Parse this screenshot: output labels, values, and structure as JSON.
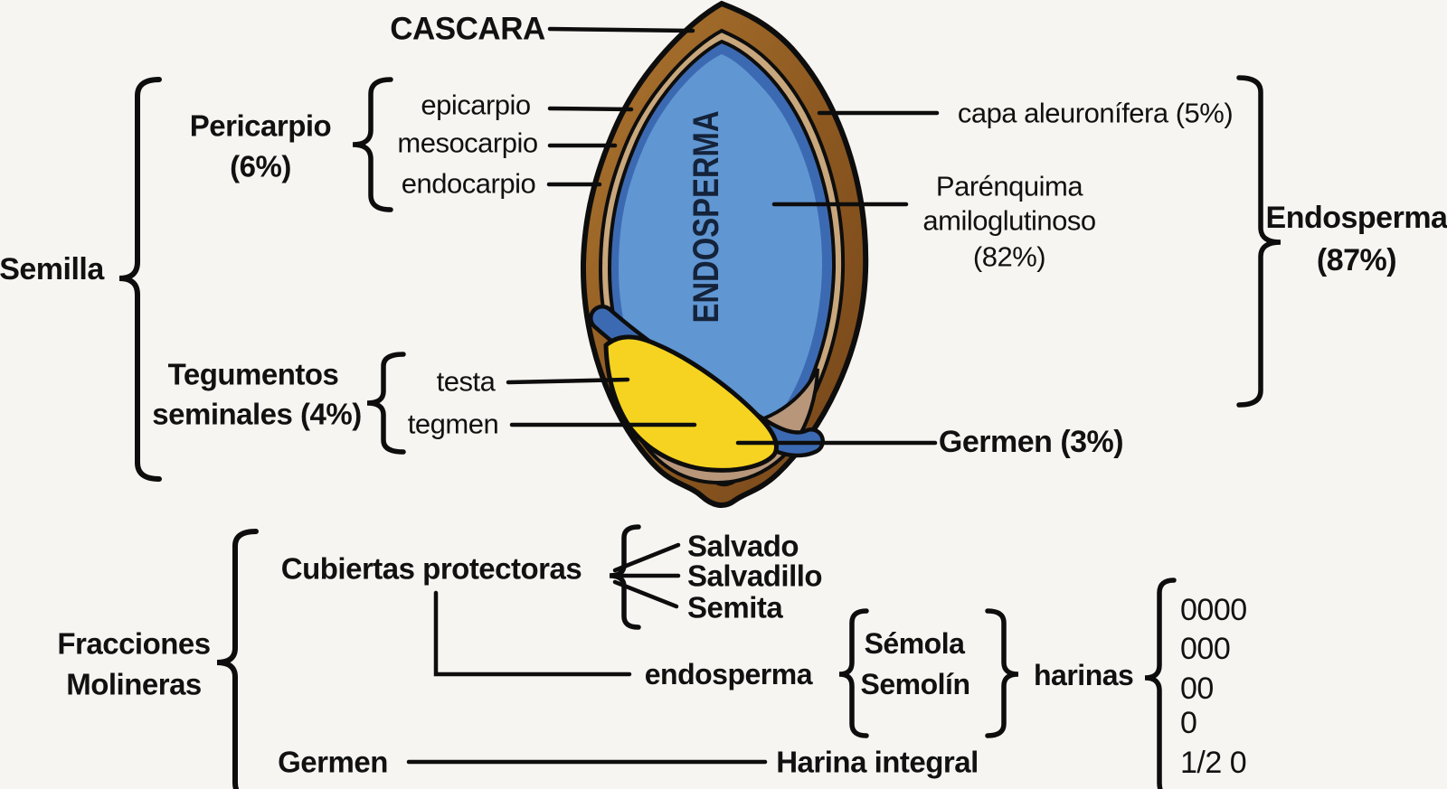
{
  "palette": {
    "background": "#f7f5f1",
    "ink": "#111111",
    "shell_brown": "#96601f",
    "shell_brown_dark": "#74451a",
    "bran_tan": "#c9a77c",
    "aleurone_blue": "#3c6ab2",
    "endosperm_blue": "#6096d2",
    "germ_yellow": "#f5d320",
    "crease_tan": "#b7967a"
  },
  "grain": {
    "interior_label": "ENDOSPERMA"
  },
  "labels": {
    "cascara": "CASCARA",
    "pericarpio_name": "Pericarpio",
    "pericarpio_pct": "(6%)",
    "pericarpio_parts": [
      "epicarpio",
      "mesocarpio",
      "endocarpio"
    ],
    "semilla": "Semilla",
    "tegumentos_line1": "Tegumentos",
    "tegumentos_line2": "seminales (4%)",
    "tegumentos_parts": [
      "testa",
      "tegmen"
    ],
    "capa_aleuronifera": "capa aleuronífera (5%)",
    "parenquima_line1": "Parénquima",
    "parenquima_line2": "amiloglutinoso",
    "parenquima_line3": "(82%)",
    "endosperma_total_line1": "Endosperma",
    "endosperma_total_line2": "(87%)",
    "germen_pct": "Germen (3%)"
  },
  "milling": {
    "fracciones_line1": "Fracciones",
    "fracciones_line2": "Molineras",
    "cubiertas": "Cubiertas protectoras",
    "cubiertas_products": [
      "Salvado",
      "Salvadillo",
      "Semita"
    ],
    "endosperma": "endosperma",
    "endosperma_products": [
      "Sémola",
      "Semolín"
    ],
    "harinas": "harinas",
    "harinas_grades": [
      "0000",
      "000",
      "00",
      "0",
      "1/2 0"
    ],
    "germen": "Germen",
    "germen_product": "Harina integral"
  }
}
